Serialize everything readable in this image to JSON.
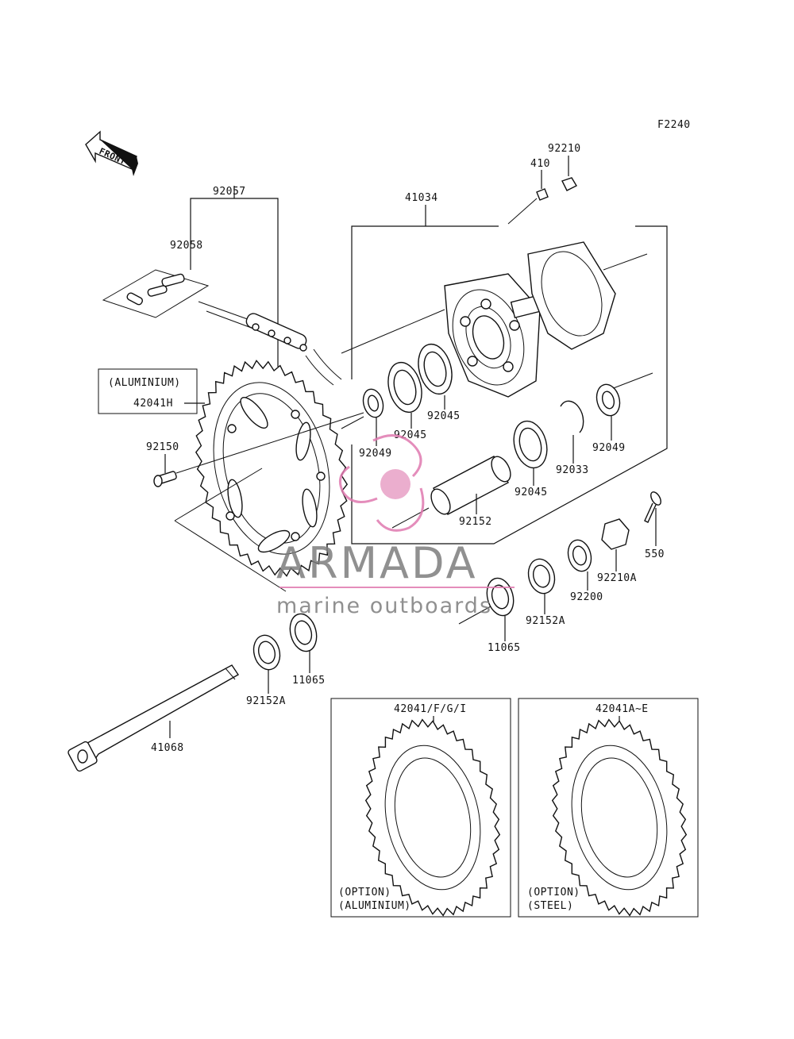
{
  "figure_code": "F2240",
  "front_label": "FRONT",
  "parts": {
    "p92057": "92057",
    "p92058": "92058",
    "aluminium_box": "(ALUMINIUM)",
    "p42041H": "42041H",
    "p92150": "92150",
    "p41034": "41034",
    "p410": "410",
    "p92210": "92210",
    "p92045a": "92045",
    "p92045b": "92045",
    "p92045c": "92045",
    "p92049a": "92049",
    "p92049b": "92049",
    "p92033": "92033",
    "p92152": "92152",
    "p550": "550",
    "p92210A": "92210A",
    "p92200": "92200",
    "p92152Aa": "92152A",
    "p92152Ab": "92152A",
    "p11065a": "11065",
    "p11065b": "11065",
    "p41068": "41068"
  },
  "options": {
    "alu_code": "42041/F/G/I",
    "alu_note1": "(OPTION)",
    "alu_note2": "(ALUMINIUM)",
    "steel_code": "42041A~E",
    "steel_note1": "(OPTION)",
    "steel_note2": "(STEEL)"
  },
  "watermark": {
    "brand": "ARMADA",
    "tagline": "marine outboards",
    "colors": {
      "brand": "#7d7d7d",
      "logo": "#e07ab0"
    }
  }
}
